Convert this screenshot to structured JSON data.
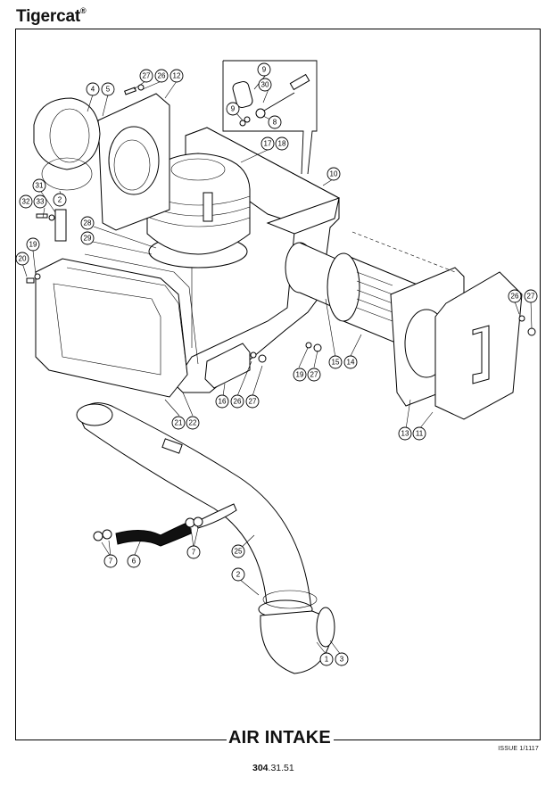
{
  "header": {
    "brand": "Tigercat",
    "registered_mark": "®"
  },
  "footer": {
    "title": "AIR INTAKE",
    "issue": "ISSUE 1/1117",
    "page_prefix": "304",
    "page_suffix": ".31.51"
  },
  "callouts": {
    "c1": "1",
    "c2": "2",
    "c2b": "2",
    "c3": "3",
    "c4": "4",
    "c5": "5",
    "c6": "6",
    "c7a": "7",
    "c7b": "7",
    "c8": "8",
    "c9a": "9",
    "c9b": "9",
    "c10": "10",
    "c11": "11",
    "c12": "12",
    "c13": "13",
    "c14": "14",
    "c15": "15",
    "c16": "16",
    "c17": "17",
    "c18": "18",
    "c19a": "19",
    "c19b": "19",
    "c20": "20",
    "c21": "21",
    "c22": "22",
    "c25": "25",
    "c26a": "26",
    "c26b": "26",
    "c26c": "26",
    "c27a": "27",
    "c27b": "27",
    "c27c": "27",
    "c27d": "27",
    "c28": "28",
    "c29": "29",
    "c30": "30",
    "c31": "31",
    "c32": "32",
    "c33": "33"
  }
}
